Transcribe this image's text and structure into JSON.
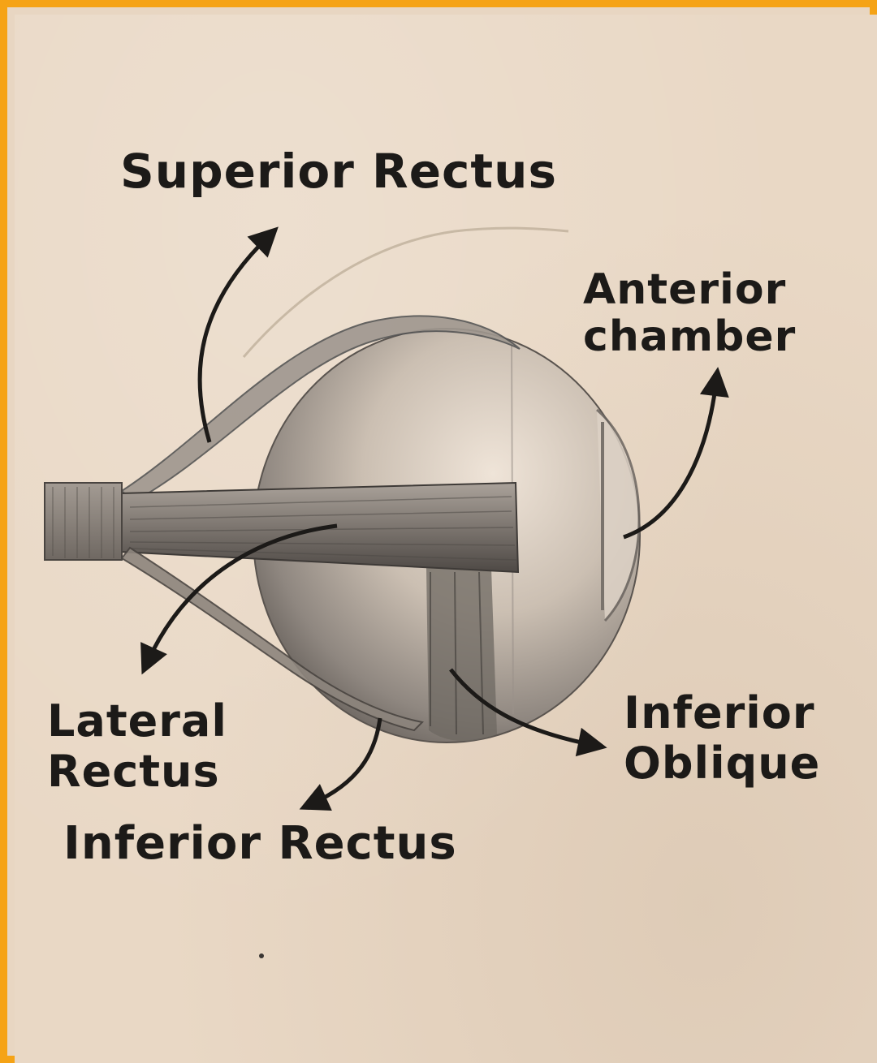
{
  "diagram": {
    "labels": {
      "superior_rectus": "Superior Rectus",
      "anterior_chamber_line1": "Anterior",
      "anterior_chamber_line2": "chamber",
      "lateral_rectus_line1": "Lateral",
      "lateral_rectus_line2": "Rectus",
      "inferior_oblique_line1": "Inferior",
      "inferior_oblique_line2": "Oblique",
      "inferior_rectus": "Inferior Rectus"
    },
    "colors": {
      "border": "#f5a316",
      "paper": "#e9d8c5",
      "ink": "#1c1a18",
      "graphite": "#6b6560"
    }
  }
}
